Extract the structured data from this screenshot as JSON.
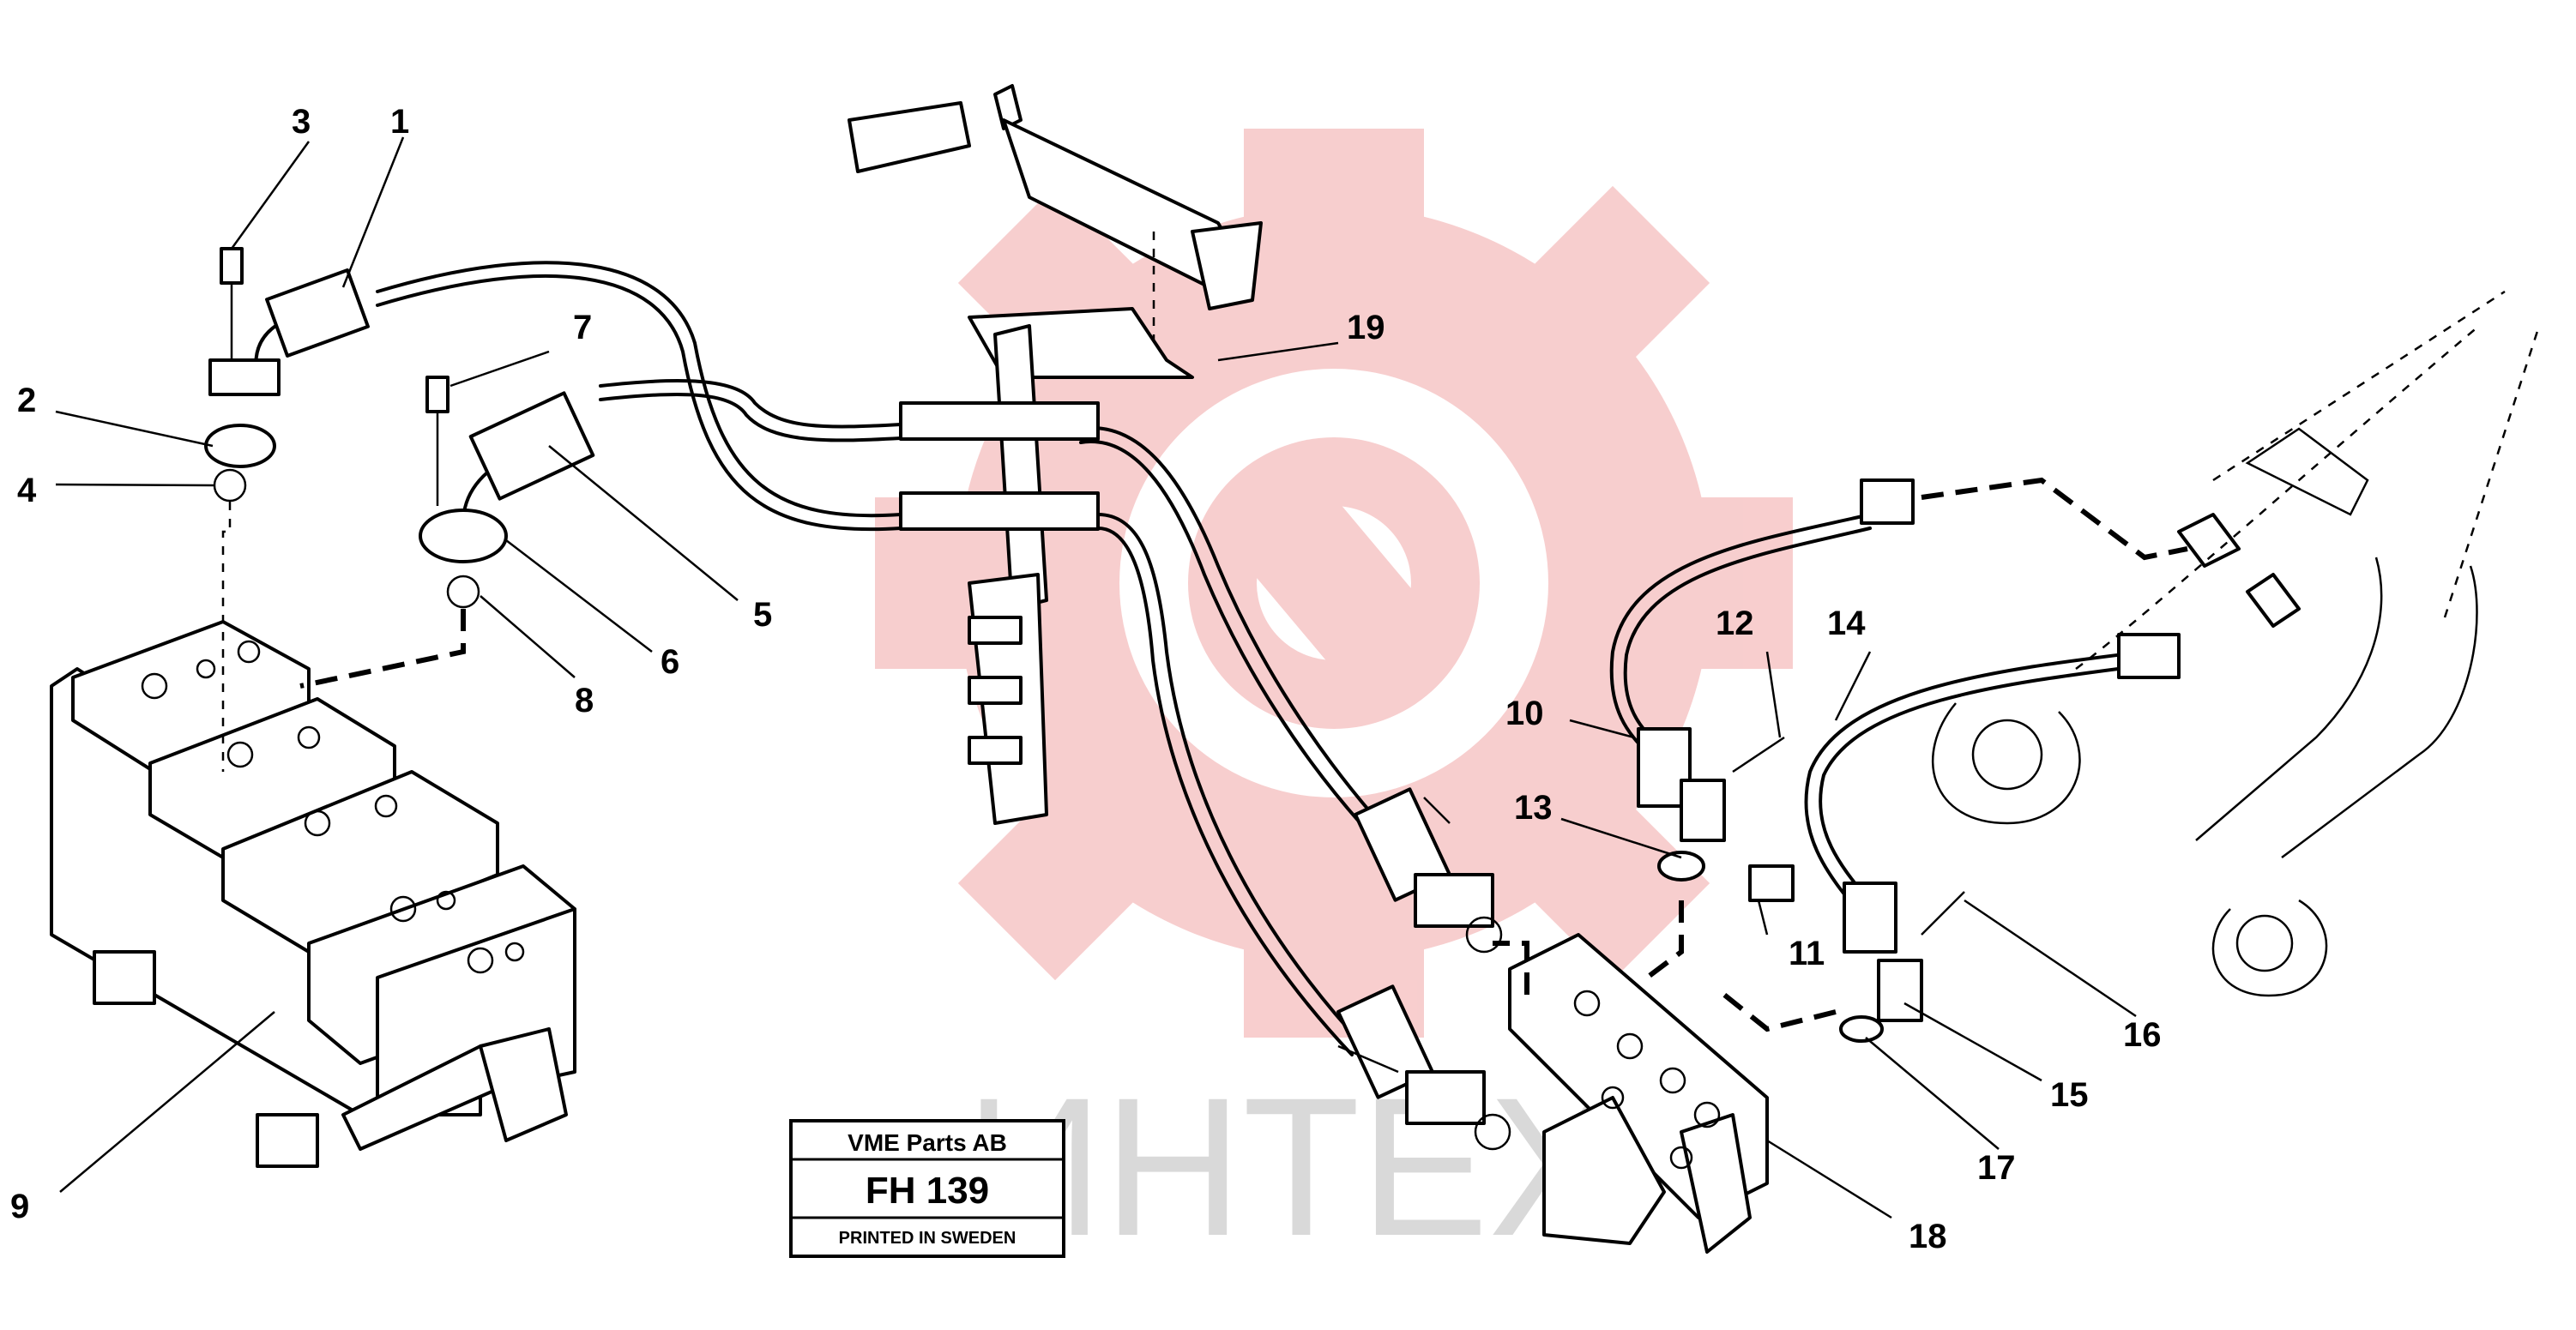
{
  "colors": {
    "ink": "#000000",
    "watermark_gear": "#f7c9c9",
    "watermark_text": "#d9d9d9"
  },
  "watermark": {
    "icon": "gear-wrench-watermark",
    "text": "ИНТЕХ"
  },
  "stamp": {
    "company": "VME Parts AB",
    "code": "FH 139",
    "printed": "PRINTED IN SWEDEN"
  },
  "callouts": [
    "1",
    "2",
    "3",
    "4",
    "5",
    "6",
    "7",
    "8",
    "9",
    "10",
    "11",
    "12",
    "13",
    "14",
    "15",
    "16",
    "17",
    "18",
    "19"
  ]
}
